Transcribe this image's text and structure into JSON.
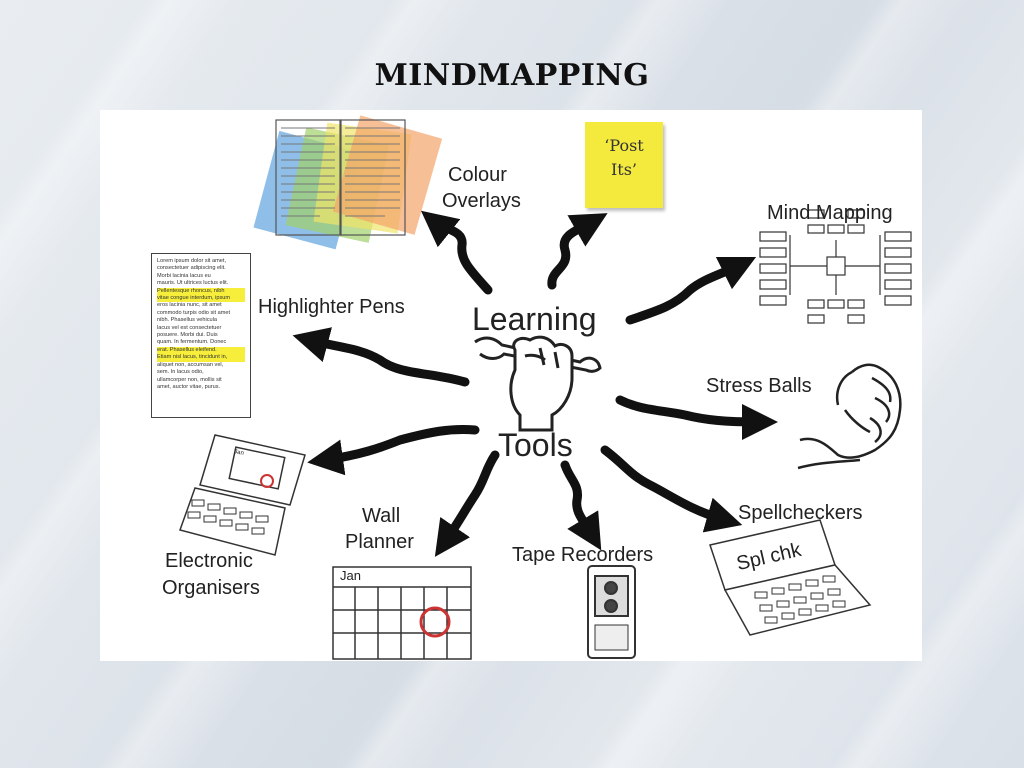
{
  "title": "MINDMAPPING",
  "center": {
    "top": "Learning",
    "bottom": "Tools"
  },
  "branches": {
    "colour_overlays": [
      "Colour",
      "Overlays"
    ],
    "post_its": [
      "‘Post",
      "Its’"
    ],
    "mind_mapping": "Mind Mapping",
    "highlighter_pens": "Highlighter Pens",
    "stress_balls": "Stress Balls",
    "electronic_organisers": [
      "Electronic",
      "Organisers"
    ],
    "wall_planner": [
      "Wall",
      "Planner"
    ],
    "tape_recorders": "Tape Recorders",
    "spellcheckers": "Spellcheckers"
  },
  "wall_planner_month": "Jan",
  "organiser_month": "Jan",
  "spellchecker_screen": "Spl chk",
  "highlight_color": "#f6ee3a",
  "postit_color": "#f4ea3d",
  "doc_lines": [
    {
      "t": "Lorem ipsum dolor sit amet,",
      "hl": false
    },
    {
      "t": "consectetuer adipiscing elit.",
      "hl": false
    },
    {
      "t": "Morbi lacinia lacus eu",
      "hl": false
    },
    {
      "t": "mauris. Ut ultrices luctus elit.",
      "hl": false
    },
    {
      "t": "Pellentesque rhoncus, nibh",
      "hl": true
    },
    {
      "t": "vitae congue interdum, ipsum",
      "hl": true
    },
    {
      "t": "eros lacinia nunc, sit amet",
      "hl": false
    },
    {
      "t": "commodo turpis odio sit amet",
      "hl": false
    },
    {
      "t": "nibh. Phasellus vehicula",
      "hl": false
    },
    {
      "t": "lacus vel est consectetuer",
      "hl": false
    },
    {
      "t": "posuere. Morbi dui. Duis",
      "hl": false
    },
    {
      "t": "quam. In fermentum. Donec",
      "hl": false
    },
    {
      "t": "erat. Phasellus eleifend.",
      "hl": true
    },
    {
      "t": "Etiam nisl lacus, tincidunt in,",
      "hl": true
    },
    {
      "t": "aliquet non, accumsan vel,",
      "hl": false
    },
    {
      "t": "sem. In lacus odio,",
      "hl": false
    },
    {
      "t": "ullamcorper non, mollis sit",
      "hl": false
    },
    {
      "t": "amet, auctor vitae, purus.",
      "hl": false
    }
  ]
}
